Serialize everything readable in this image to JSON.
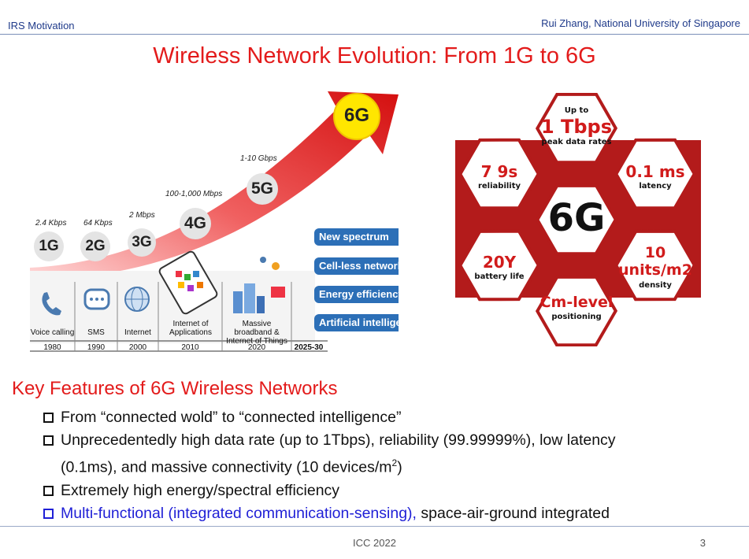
{
  "header": {
    "left": "IRS Motivation",
    "right": "Rui Zhang, National University of Singapore"
  },
  "title": "Wireless Network Evolution: From 1G to 6G",
  "evolution": {
    "generations": [
      {
        "name": "1G",
        "rate": "2.4 Kbps",
        "label": "Voice calling",
        "year": "1980"
      },
      {
        "name": "2G",
        "rate": "64 Kbps",
        "label": "SMS",
        "year": "1990"
      },
      {
        "name": "3G",
        "rate": "2 Mbps",
        "label": "Internet",
        "year": "2000"
      },
      {
        "name": "4G",
        "rate": "100-1,000 Mbps",
        "label": "Internet of Applications",
        "year": "2010"
      },
      {
        "name": "5G",
        "rate": "1-10 Gbps",
        "label": "Massive broadband & Internet of Things",
        "year": "2020"
      },
      {
        "name": "6G",
        "rate": "",
        "label": "",
        "year": "2025-30"
      }
    ],
    "tags": [
      "New spectrum",
      "Cell-less networks",
      "Energy efficiency",
      "Artificial intelligence"
    ]
  },
  "hexagons": {
    "center": "6G",
    "top": {
      "pre": "Up to",
      "main": "1 Tbps",
      "sub": "peak data rates"
    },
    "upper_left": {
      "main": "7 9s",
      "sub": "reliability"
    },
    "upper_right": {
      "main": "0.1 ms",
      "sub": "latency"
    },
    "lower_left": {
      "main": "20Y",
      "sub": "battery life"
    },
    "lower_right": {
      "main": "10 units/m2",
      "sub": "density"
    },
    "bottom": {
      "main": "Cm-level",
      "sub": "positioning"
    }
  },
  "features": {
    "heading": "Key Features of 6G Wireless Networks",
    "items": [
      "From “connected wold” to “connected intelligence”",
      "Unprecedentedly high data rate (up to 1Tbps), reliability (99.99999%), low latency",
      "(0.1ms), and massive connectivity (10 devices/m",
      "Extremely high energy/spectral efficiency",
      "Multi-functional (integrated communication-sensing),",
      " space-air-ground integrated"
    ],
    "superscript": "2",
    "close_paren": ")"
  },
  "footer": {
    "center": "ICC 2022",
    "page": "3"
  }
}
